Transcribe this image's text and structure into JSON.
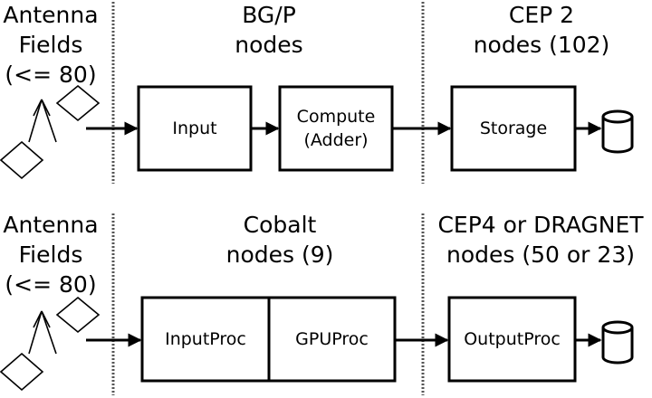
{
  "colors": {
    "stroke": "#000000",
    "divider": "#555555",
    "background": "#ffffff"
  },
  "top_row": {
    "antenna": {
      "line1": "Antenna",
      "line2": "Fields",
      "line3": "(<= 80)"
    },
    "section2": {
      "line1": "BG/P",
      "line2": "nodes"
    },
    "section3": {
      "line1": "CEP 2",
      "line2": "nodes (102)"
    },
    "boxes": {
      "input": "Input",
      "compute_line1": "Compute",
      "compute_line2": "(Adder)",
      "storage": "Storage"
    },
    "icons": [
      "antenna-icon",
      "database-icon"
    ]
  },
  "bottom_row": {
    "antenna": {
      "line1": "Antenna",
      "line2": "Fields",
      "line3": "(<= 80)"
    },
    "section2": {
      "line1": "Cobalt",
      "line2": "nodes (9)"
    },
    "section3": {
      "line1": "CEP4 or DRAGNET",
      "line2": "nodes (50 or 23)"
    },
    "boxes": {
      "inputproc": "InputProc",
      "gpuproc": "GPUProc",
      "outputproc": "OutputProc"
    },
    "icons": [
      "antenna-icon",
      "database-icon"
    ]
  }
}
